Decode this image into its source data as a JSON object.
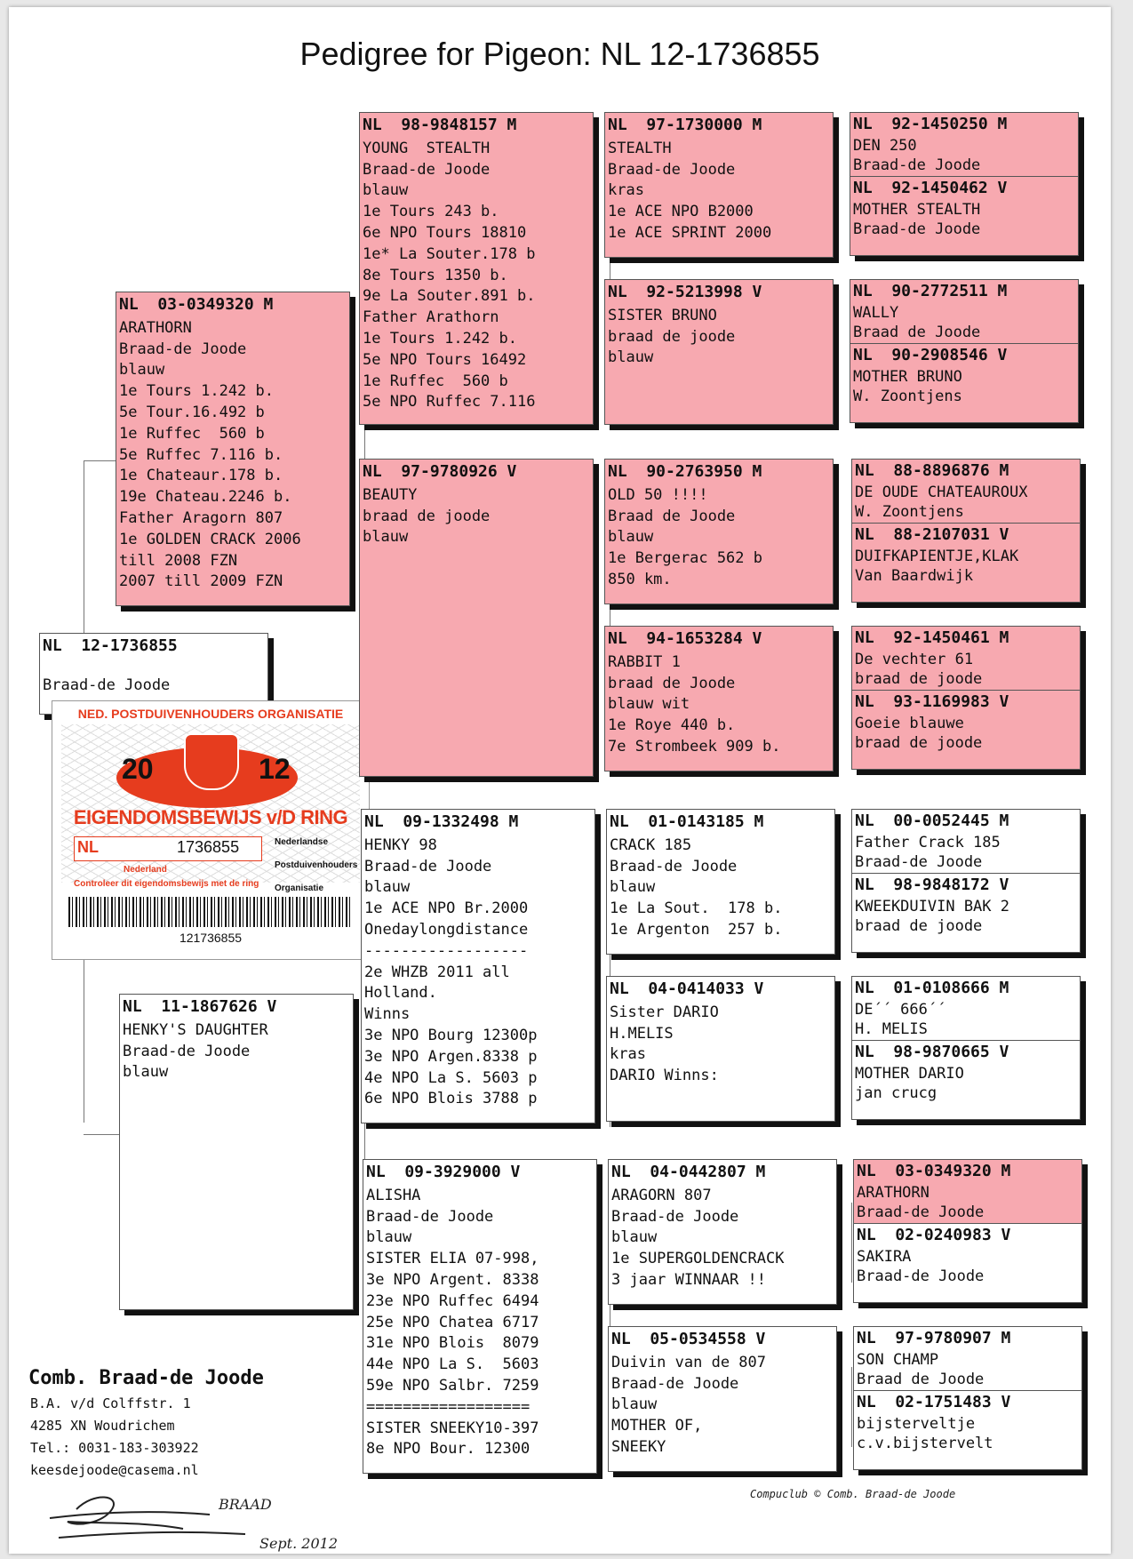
{
  "title": "Pedigree for Pigeon: NL  12-1736855",
  "pigeon": {
    "ring": "NL  12-1736855",
    "breeder": "Braad-de Joode"
  },
  "ring_card": {
    "organisation": "NED. POSTDUIVENHOUDERS ORGANISATIE",
    "year_left": "20",
    "year_right": "12",
    "title": "EIGENDOMSBEWIJS v/D RING",
    "nl": "NL",
    "number": "1736855",
    "npo_lines": [
      "Nederlandse",
      "Postduivenhouders",
      "Organisatie"
    ],
    "country": "Nederland",
    "check_text": "Controleer dit eigendomsbewijs met de ring",
    "barcode_number": "121736855"
  },
  "boxes": {
    "sire": {
      "ring": "NL  03-0349320 M",
      "lines": [
        "ARATHORN",
        "Braad-de Joode",
        "blauw",
        "1e Tours 1.242 b.",
        "5e Tour.16.492 b",
        "1e Ruffec  560 b",
        "5e Ruffec 7.116 b.",
        "1e Chateaur.178 b.",
        "19e Chateau.2246 b.",
        "Father Aragorn 807",
        "1e GOLDEN CRACK 2006",
        "till 2008 FZN",
        "2007 till 2009 FZN"
      ]
    },
    "dam": {
      "ring": "NL  11-1867626 V",
      "lines": [
        "HENKY'S DAUGHTER",
        "Braad-de Joode",
        "blauw"
      ]
    },
    "ss": {
      "ring": "NL  98-9848157 M",
      "lines": [
        "YOUNG  STEALTH",
        "Braad-de Joode",
        "blauw",
        "1e Tours 243 b.",
        "6e NPO Tours 18810",
        "1e* La Souter.178 b",
        "8e Tours 1350 b.",
        "9e La Souter.891 b.",
        "Father Arathorn",
        "1e Tours 1.242 b.",
        "5e NPO Tours 16492",
        "1e Ruffec  560 b",
        "5e NPO Ruffec 7.116"
      ]
    },
    "sd": {
      "ring": "NL  97-9780926 V",
      "lines": [
        "BEAUTY",
        "braad de joode",
        "blauw"
      ]
    },
    "ds": {
      "ring": "NL  09-1332498 M",
      "lines": [
        "HENKY 98",
        "Braad-de Joode",
        "blauw",
        "1e ACE NPO Br.2000",
        "Onedaylongdistance",
        "------------------",
        "2e WHZB 2011 all",
        "Holland.",
        "Winns",
        "3e NPO Bourg 12300p",
        "3e NPO Argen.8338 p",
        "4e NPO La S. 5603 p",
        "6e NPO Blois 3788 p"
      ]
    },
    "dd": {
      "ring": "NL  09-3929000 V",
      "lines": [
        "ALISHA",
        "Braad-de Joode",
        "blauw",
        "SISTER ELIA 07-998,",
        "3e NPO Argent. 8338",
        "23e NPO Ruffec 6494",
        "25e NPO Chatea 6717",
        "31e NPO Blois  8079",
        "44e NPO La S.  5603",
        "59e NPO Salbr. 7259",
        "==================",
        "SISTER SNEEKY10-397",
        "8e NPO Bour. 12300"
      ]
    },
    "sss": {
      "ring": "NL  97-1730000 M",
      "lines": [
        "STEALTH",
        "Braad-de Joode",
        "kras",
        "1e ACE NPO B2000",
        "1e ACE SPRINT 2000"
      ]
    },
    "ssd": {
      "ring": "NL  92-5213998 V",
      "lines": [
        "SISTER BRUNO",
        "braad de joode",
        "blauw"
      ]
    },
    "sds": {
      "ring": "NL  90-2763950 M",
      "lines": [
        "OLD 50 !!!!",
        "Braad de Joode",
        "blauw",
        "1e Bergerac 562 b",
        "850 km."
      ]
    },
    "sdd": {
      "ring": "NL  94-1653284 V",
      "lines": [
        "RABBIT 1",
        "braad de Joode",
        "blauw wit",
        "1e Roye 440 b.",
        "7e Strombeek 909 b."
      ]
    },
    "dss": {
      "ring": "NL  01-0143185 M",
      "lines": [
        "CRACK 185",
        "Braad-de Joode",
        "blauw",
        "1e La Sout.  178 b.",
        "1e Argenton  257 b."
      ]
    },
    "dsd": {
      "ring": "NL  04-0414033 V",
      "lines": [
        "Sister DARIO",
        "H.MELIS",
        "kras",
        "DARIO Winns:"
      ]
    },
    "dds": {
      "ring": "NL  04-0442807 M",
      "lines": [
        "ARAGORN 807",
        "Braad-de Joode",
        "blauw",
        "1e SUPERGOLDENCRACK",
        "3 jaar WINNAAR !!"
      ]
    },
    "ddd": {
      "ring": "NL  05-0534558 V",
      "lines": [
        "Duivin van de 807",
        "Braad-de Joode",
        "blauw",
        "MOTHER OF,",
        "SNEEKY"
      ]
    }
  },
  "gen4": [
    {
      "top": {
        "ring": "NL  92-1450250 M",
        "lines": [
          "DEN 250",
          "Braad-de Joode"
        ]
      },
      "bottom": {
        "ring": "NL  92-1450462 V",
        "lines": [
          "MOTHER STEALTH",
          "Braad-de Joode"
        ]
      }
    },
    {
      "top": {
        "ring": "NL  90-2772511 M",
        "lines": [
          "WALLY",
          "Braad de Joode"
        ]
      },
      "bottom": {
        "ring": "NL  90-2908546 V",
        "lines": [
          "MOTHER BRUNO",
          "W. Zoontjens"
        ]
      }
    },
    {
      "top": {
        "ring": "NL  88-8896876 M",
        "lines": [
          "DE OUDE CHATEAUROUX",
          "W. Zoontjens"
        ]
      },
      "bottom": {
        "ring": "NL  88-2107031 V",
        "lines": [
          "DUIFKAPIENTJE,KLAK",
          "Van Baardwijk"
        ]
      }
    },
    {
      "top": {
        "ring": "NL  92-1450461 M",
        "lines": [
          "De vechter 61",
          "braad de joode"
        ]
      },
      "bottom": {
        "ring": "NL  93-1169983 V",
        "lines": [
          "Goeie blauwe",
          "braad de joode"
        ]
      }
    },
    {
      "top": {
        "ring": "NL  00-0052445 M",
        "lines": [
          "Father Crack 185",
          "Braad-de Joode"
        ]
      },
      "bottom": {
        "ring": "NL  98-9848172 V",
        "lines": [
          "KWEEKDUIVIN BAK 2",
          "braad de joode"
        ]
      }
    },
    {
      "top": {
        "ring": "NL  01-0108666 M",
        "lines": [
          "DE´´ 666´´",
          "H. MELIS"
        ]
      },
      "bottom": {
        "ring": "NL  98-9870665 V",
        "lines": [
          "MOTHER DARIO",
          "jan crucg"
        ]
      }
    },
    {
      "top": {
        "ring": "NL  03-0349320 M",
        "lines": [
          "ARATHORN",
          "Braad-de Joode"
        ]
      },
      "bottom": {
        "ring": "NL  02-0240983 V",
        "lines": [
          "SAKIRA",
          "Braad-de Joode"
        ]
      }
    },
    {
      "top": {
        "ring": "NL  97-9780907 M",
        "lines": [
          "SON CHAMP",
          "Braad de Joode"
        ]
      },
      "bottom": {
        "ring": "NL  02-1751483 V",
        "lines": [
          "bijsterveltje",
          "c.v.bijstervelt"
        ]
      }
    }
  ],
  "owner": {
    "name": "Comb. Braad-de Joode",
    "address": [
      "B.A. v/d Colffstr. 1",
      "4285 XN  Woudrichem",
      "Tel.: 0031-183-303922",
      "keesdejoode@casema.nl"
    ]
  },
  "signature": {
    "text": "BRAAD",
    "date": "Sept. 2012"
  },
  "footer_credit": "Compuclub © Comb. Braad-de Joode",
  "colors": {
    "pink": "#f7a9b0",
    "ring_orange": "#e63c1e"
  }
}
